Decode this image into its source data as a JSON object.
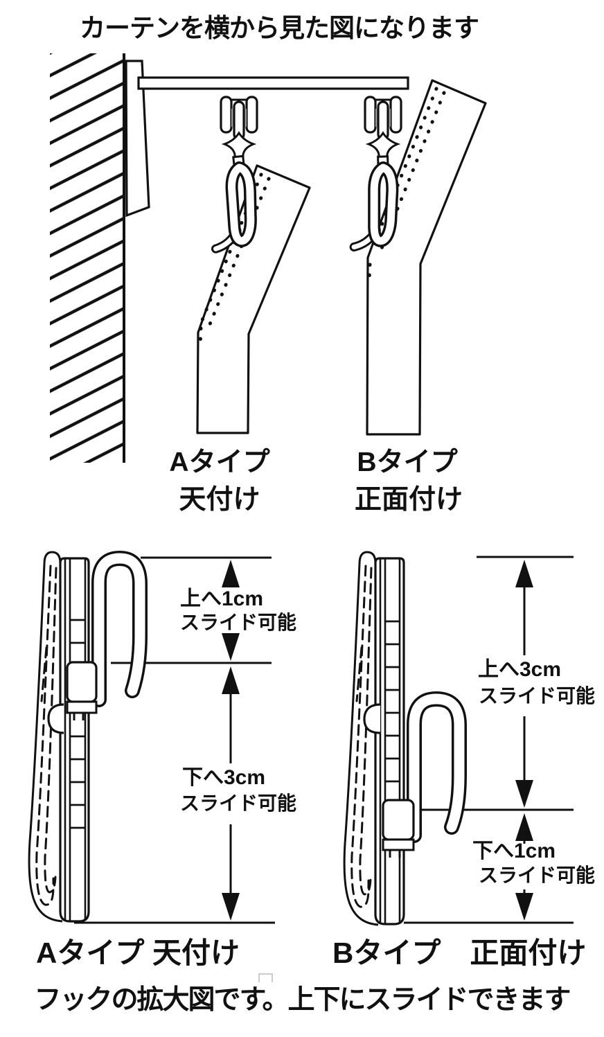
{
  "title": "カーテンを横から見た図になります",
  "side_view": {
    "type_a_label": "Aタイプ",
    "type_a_mount": "天付け",
    "type_b_label": "Bタイプ",
    "type_b_mount": "正面付け"
  },
  "enlarged_view": {
    "hook_a": {
      "slide_up_value": "上へ1cm",
      "slide_up_note": "スライド可能",
      "slide_down_value": "下へ3cm",
      "slide_down_note": "スライド可能",
      "label": "Aタイプ 天付け"
    },
    "hook_b": {
      "slide_up_value": "上へ3cm",
      "slide_up_note": "スライド可能",
      "slide_down_value": "下へ1cm",
      "slide_down_note": "スライド可能",
      "label": "Bタイプ　正面付け"
    },
    "caption": "フックの拡大図です。上下にスライドできます"
  },
  "colors": {
    "ink": "#111111",
    "background": "#ffffff"
  }
}
